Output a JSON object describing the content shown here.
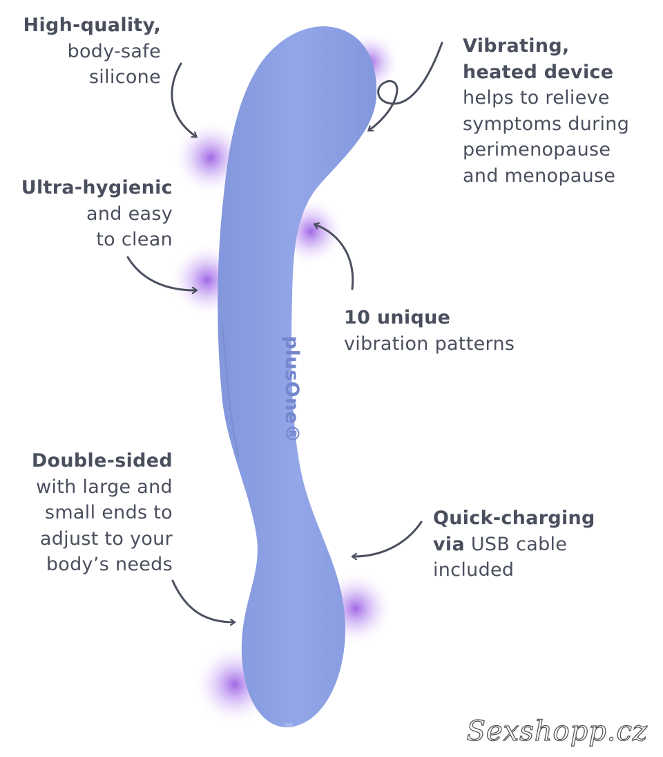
{
  "features": {
    "silicone": {
      "bold": "High-quality,",
      "lines": [
        "body-safe",
        "silicone"
      ]
    },
    "vibrating": {
      "bold": [
        "Vibrating,",
        "heated device"
      ],
      "lines": [
        "helps to relieve",
        "symptoms during",
        "perimenopause",
        "and menopause"
      ]
    },
    "hygienic": {
      "bold": "Ultra-hygienic",
      "lines": [
        "and easy",
        "to clean"
      ]
    },
    "patterns": {
      "bold": "10 unique",
      "lines": [
        "vibration patterns"
      ]
    },
    "double": {
      "bold": "Double-sided",
      "lines": [
        "with large and",
        "small ends to",
        "adjust to your",
        "body’s needs"
      ]
    },
    "charging": {
      "bold": "Quick-charging",
      "bold2": "via",
      "rest": " USB cable",
      "lines": [
        "included"
      ]
    }
  },
  "product": {
    "logo": "plusOne®",
    "color": "#8ea1e4",
    "glow": "#9b5de5"
  },
  "watermark": "Sexshopp.cz",
  "text_color": "#4a4f5e"
}
